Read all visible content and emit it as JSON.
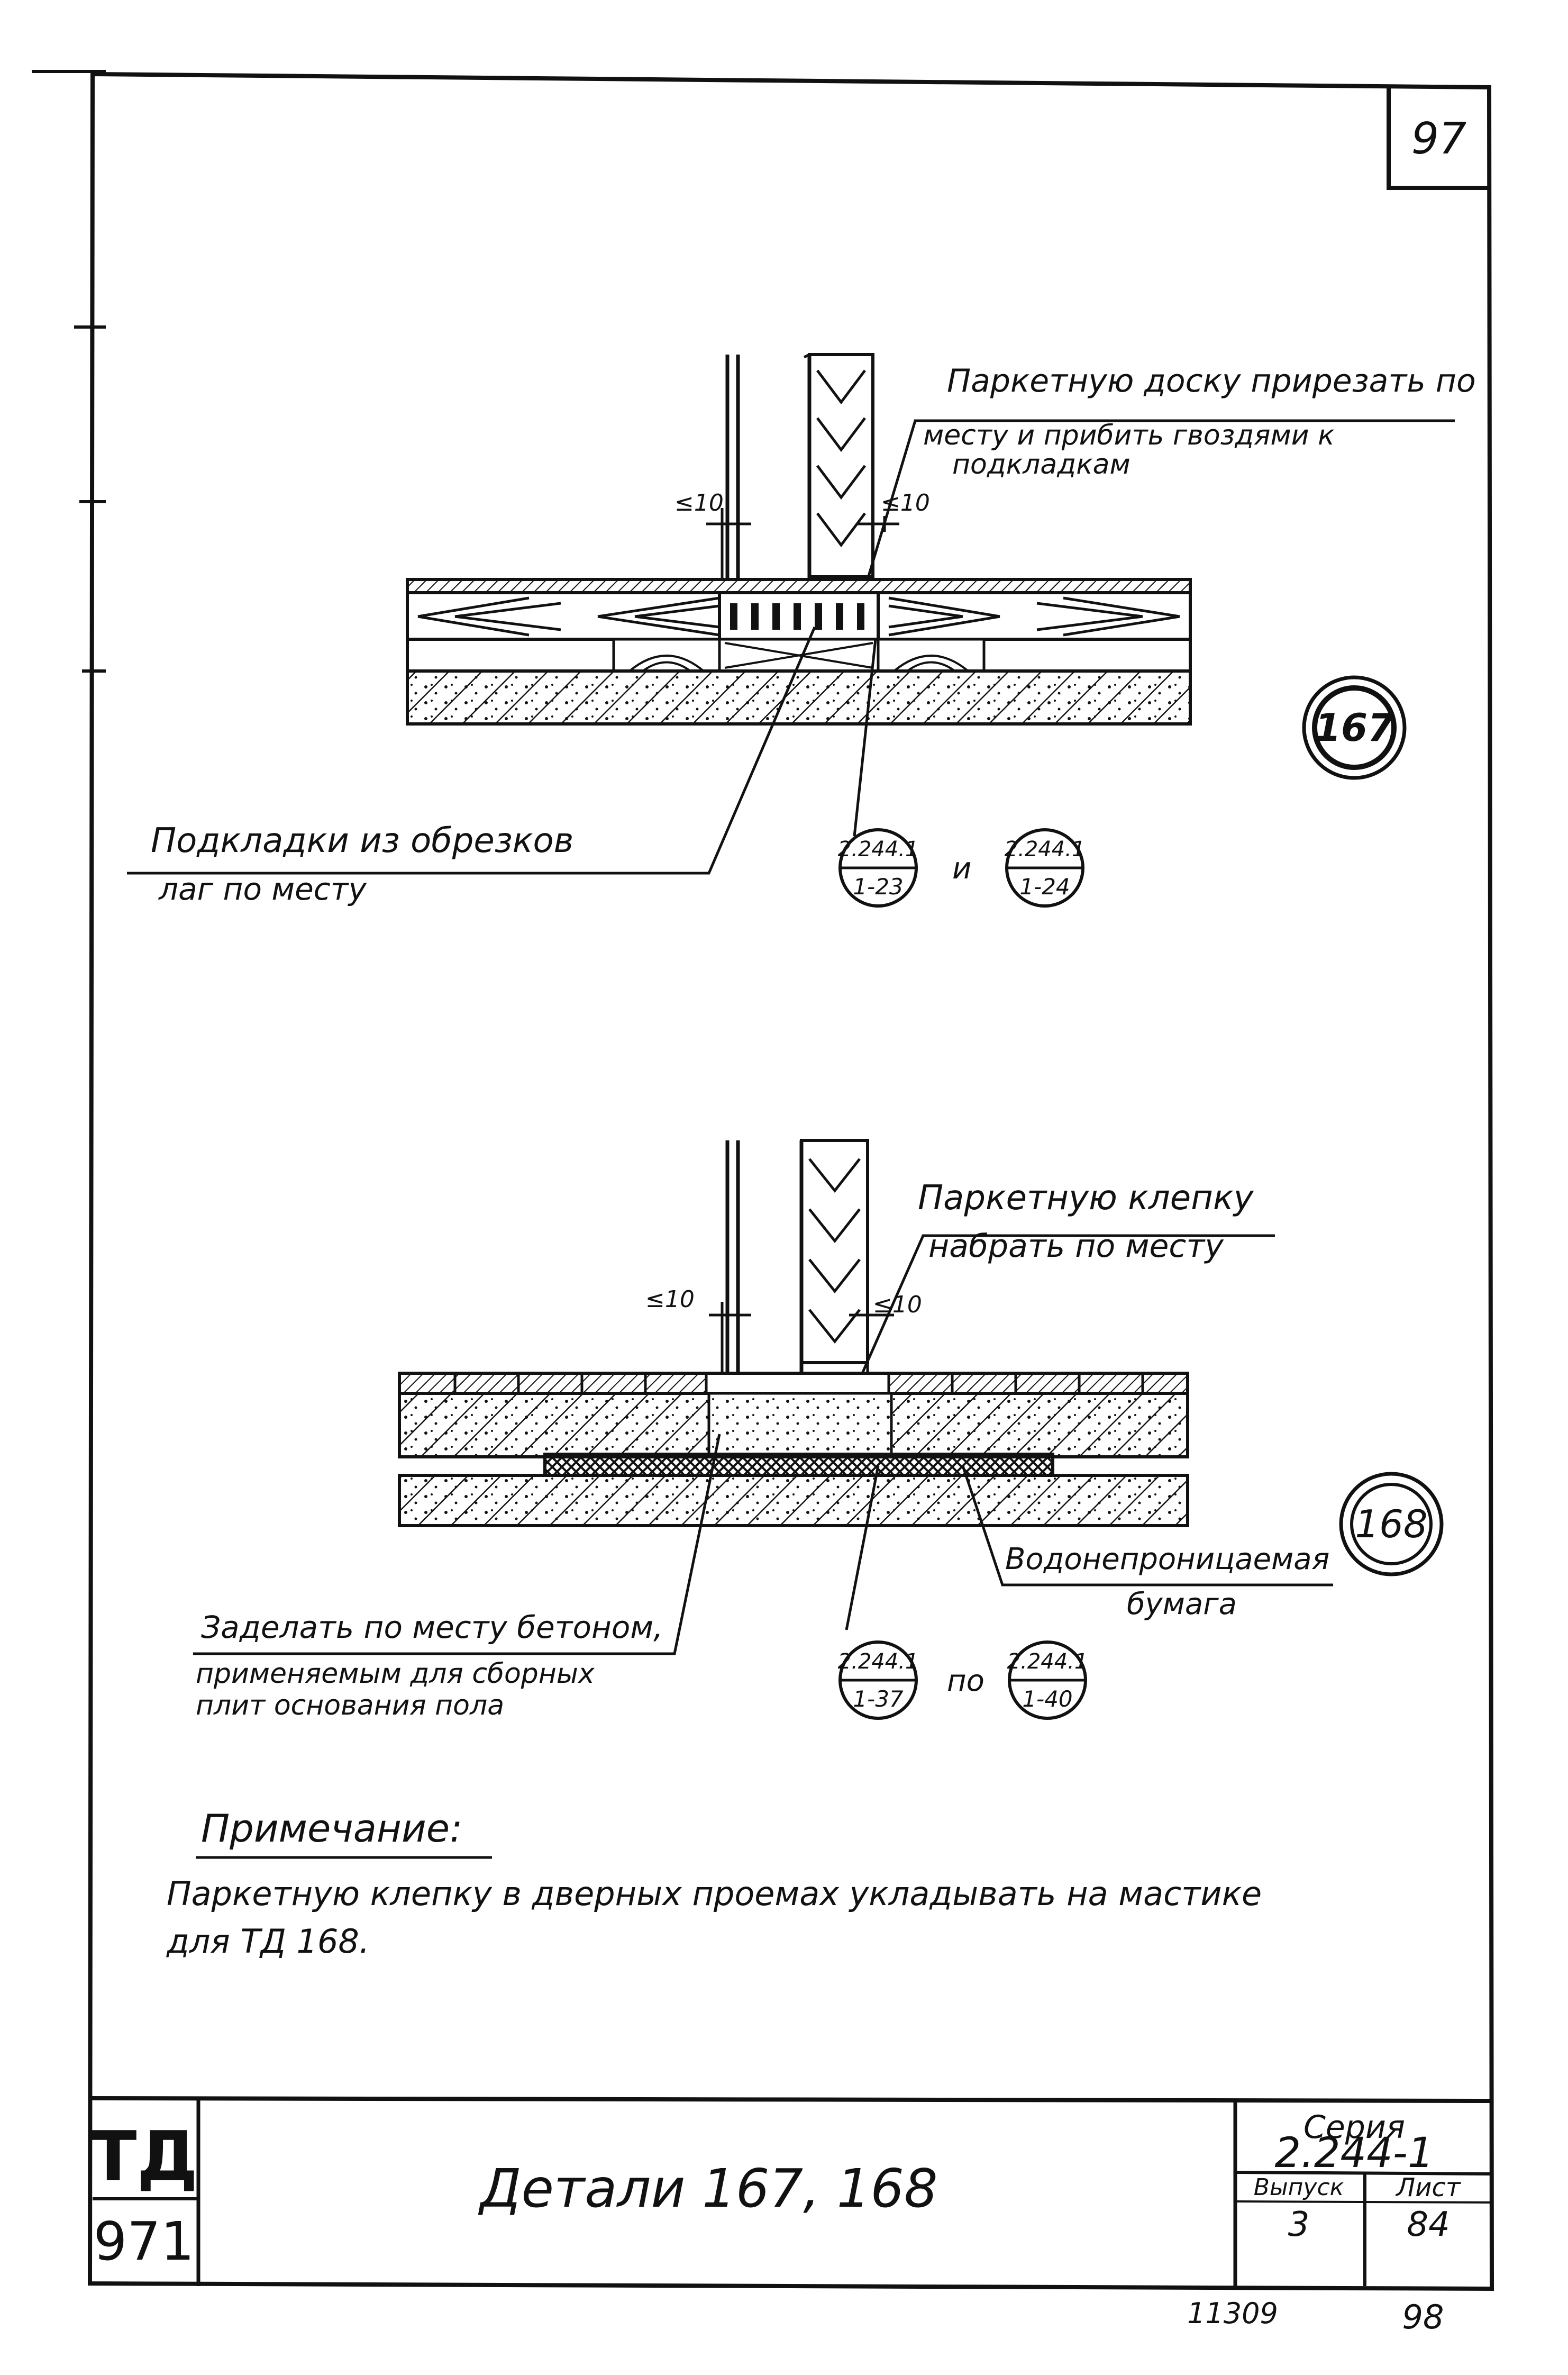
{
  "sheet": {
    "page_number": "97",
    "footer_left": "11309",
    "footer_right": "98"
  },
  "detail_167": {
    "marker": "167",
    "note_top_line1": "Паркетную доску прирезать по",
    "note_top_line2": "месту и прибить гвоздями к",
    "note_top_line3": "подкладкам",
    "gap_left": "≤10",
    "gap_right": "≤10",
    "note_left_line1": "Подкладки из обрезков",
    "note_left_line2": "лаг по месту",
    "refs": [
      {
        "top": "2.244.1",
        "bottom": "1-23"
      },
      {
        "top": "2.244.1",
        "bottom": "1-24"
      }
    ],
    "refs_joiner": "и"
  },
  "detail_168": {
    "marker": "168",
    "note_top_line1": "Паркетную клепку",
    "note_top_line2": "набрать по месту",
    "gap_left": "≤10",
    "gap_right": "≤10",
    "note_right_line1": "Водонепроницаемая",
    "note_right_line2": "бумага",
    "note_left_line1": "Заделать по месту бетоном,",
    "note_left_line2": "применяемым для сборных",
    "note_left_line3": "плит основания пола",
    "refs": [
      {
        "top": "2.244.1",
        "bottom": "1-37"
      },
      {
        "top": "2.244.1",
        "bottom": "1-40"
      }
    ],
    "refs_joiner": "по"
  },
  "note": {
    "heading": "Примечание:",
    "line1": "Паркетную клепку в дверных проемах укладывать на мастике",
    "line2": "для ТД 168."
  },
  "title_block": {
    "td_label": "ТД",
    "td_number": "971",
    "title": "Детали 167, 168",
    "series_label": "Серия",
    "series_value": "2.244-1",
    "issue_label": "Выпуск",
    "issue_value": "3",
    "sheet_label": "Лист",
    "sheet_value": "84"
  }
}
